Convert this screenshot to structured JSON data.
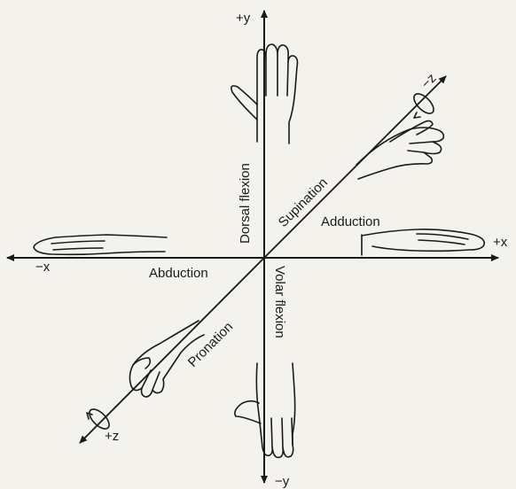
{
  "axes": {
    "pos_y": "+y",
    "neg_y": "−y",
    "pos_x": "+x",
    "neg_x": "−x",
    "pos_z": "+z",
    "neg_z": "−z"
  },
  "motions": {
    "dorsal_flexion": "Dorsal flexion",
    "volar_flexion": "Volar flexion",
    "supination": "Supination",
    "pronation": "Pronation",
    "adduction": "Adduction",
    "abduction": "Abduction"
  },
  "colors": {
    "ink": "#1a1a1a",
    "paper": "#f4f2ec"
  }
}
